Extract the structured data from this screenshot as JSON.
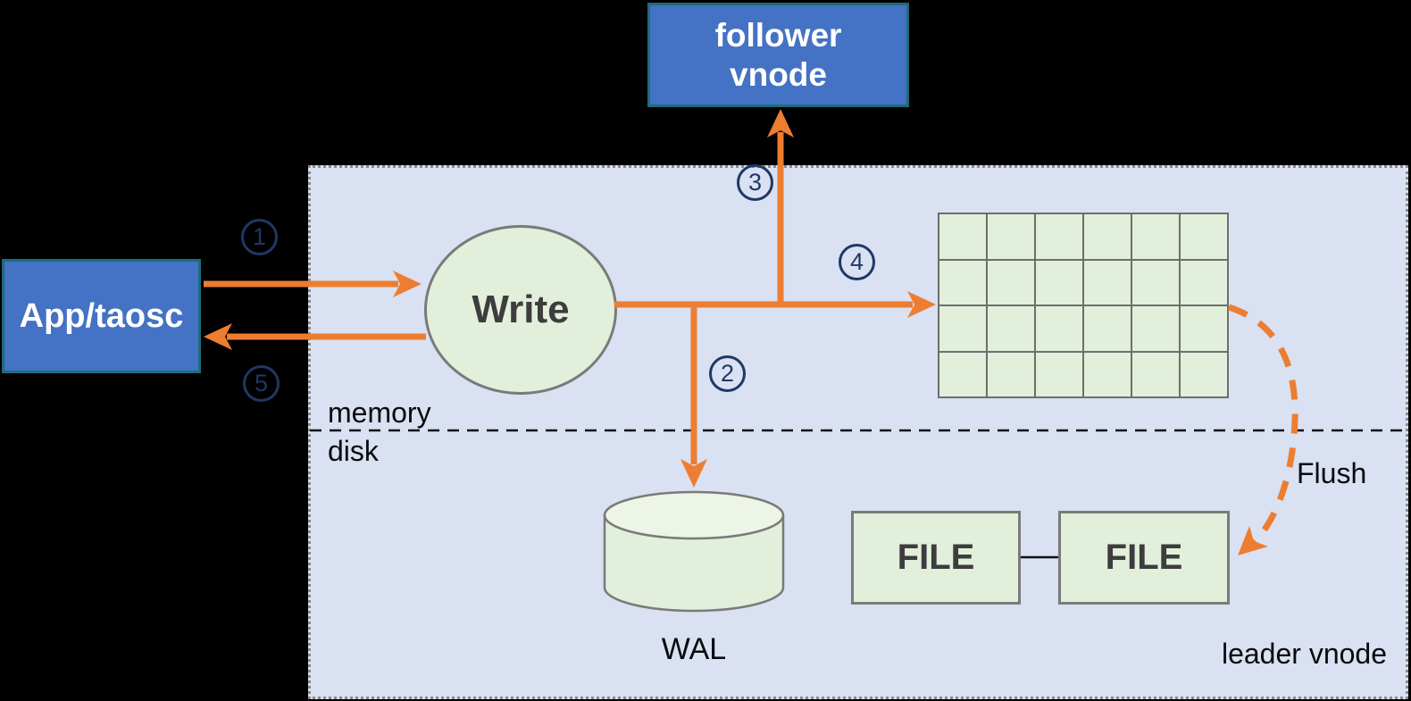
{
  "nodes": {
    "follower_vnode": {
      "line1": "follower",
      "line2": "vnode"
    },
    "app": {
      "label": "App/taosc"
    },
    "write": {
      "label": "Write"
    },
    "wal": {
      "label": "WAL"
    },
    "file1": {
      "label": "FILE"
    },
    "file2": {
      "label": "FILE"
    }
  },
  "labels": {
    "memory": "memory",
    "disk": "disk",
    "flush": "Flush",
    "leader_vnode": "leader vnode"
  },
  "steps": [
    {
      "num": "1"
    },
    {
      "num": "2"
    },
    {
      "num": "3"
    },
    {
      "num": "4"
    },
    {
      "num": "5"
    }
  ],
  "memtable": {
    "rows": 4,
    "cols": 6
  },
  "colors": {
    "arrow_orange": "#ED7D31",
    "step_navy": "#1F3864",
    "node_blue": "#4472C4",
    "node_blue_border": "#1F6B7A",
    "shape_green": "#E2EFDA",
    "container_fill": "#D9E1F2"
  }
}
